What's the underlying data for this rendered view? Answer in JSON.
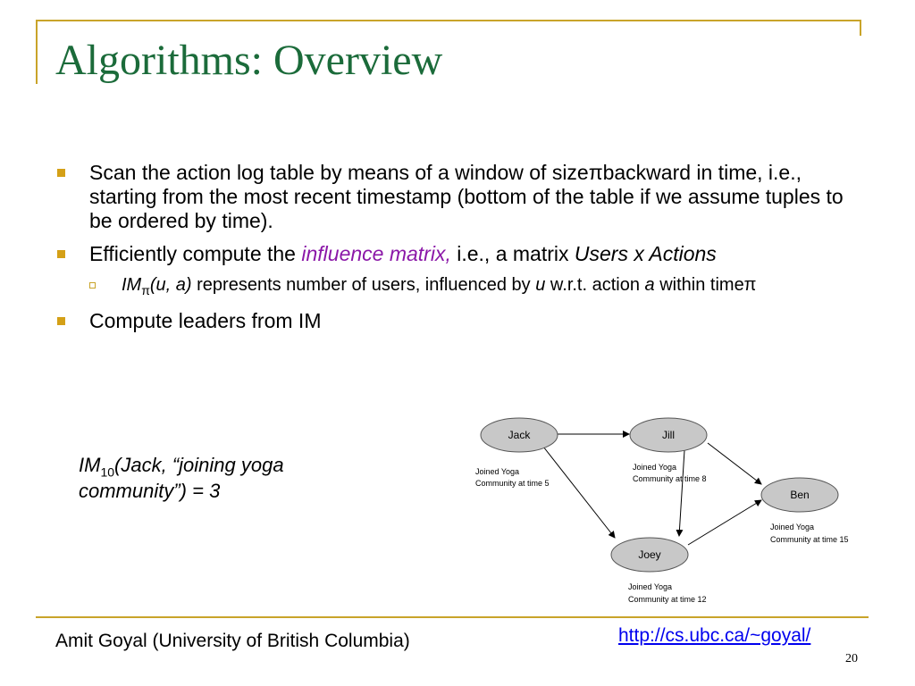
{
  "slide": {
    "title": "Algorithms: Overview",
    "bullets": [
      {
        "text": "Scan the action log table by means of a window of sizeπbackward in time, i.e., starting from the most recent timestamp (bottom of the table if we assume tuples to be ordered by time)."
      },
      {
        "text_pre": "Efficiently compute the ",
        "highlight": "influence matrix,",
        "text_mid": " i.e., a matrix ",
        "italic": "Users x Actions"
      },
      {
        "sub": {
          "italic_lead": "IM",
          "subscript": "π",
          "italic_args": "(u, a)",
          "text1": " represents number of users, influenced by ",
          "u": "u",
          "text2": " w.r.t. action ",
          "a": "a",
          "text3": " within timeπ"
        }
      },
      {
        "text": "Compute leaders from IM"
      }
    ],
    "annotation": {
      "im": "IM",
      "sub": "10",
      "rest": "(Jack, “joining yoga community”) = 3"
    },
    "footer": {
      "author": "Amit Goyal (University of British Columbia)",
      "link": "http://cs.ubc.ca/~goyal/",
      "page": "20"
    }
  },
  "graph": {
    "nodes": [
      {
        "name": "Jack",
        "label": "",
        "label2": ""
      },
      {
        "name": "Jill",
        "label": "",
        "label2": ""
      },
      {
        "name": "Ben",
        "label": "",
        "label2": ""
      },
      {
        "name": "Joey",
        "label": "",
        "label2": ""
      }
    ],
    "captions": {
      "jack": [
        "Joined Yoga",
        "Community at time 5"
      ],
      "jill": [
        "Joined Yoga",
        "Community at time 8"
      ],
      "ben": [
        "Joined Yoga",
        "Community at time 15"
      ],
      "joey": [
        "Joined Yoga",
        "Community at time 12"
      ]
    },
    "edges": [
      [
        "Jack",
        "Jill"
      ],
      [
        "Jack",
        "Joey"
      ],
      [
        "Jill",
        "Ben"
      ],
      [
        "Jill",
        "Joey"
      ],
      [
        "Joey",
        "Ben"
      ]
    ]
  }
}
